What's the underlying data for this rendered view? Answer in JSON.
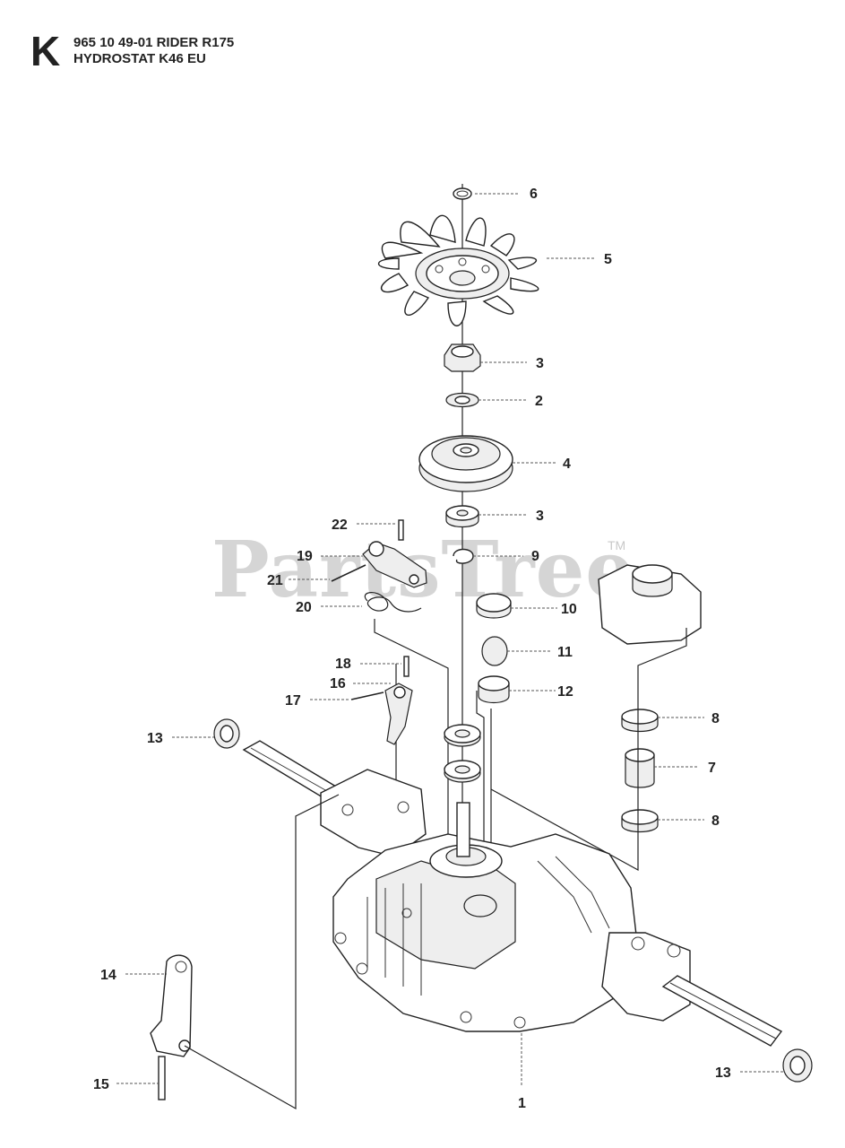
{
  "header": {
    "section_letter": "K",
    "title_line_1": "965 10 49-01 RIDER R175",
    "title_line_2": "HYDROSTAT K46 EU"
  },
  "watermark": {
    "text": "PartsTree",
    "trademark": "TM"
  },
  "callouts": {
    "p6": "6",
    "p5": "5",
    "p3a": "3",
    "p2": "2",
    "p4": "4",
    "p3b": "3",
    "p22": "22",
    "p19": "19",
    "p9": "9",
    "p21": "21",
    "p20": "20",
    "p10": "10",
    "p11": "11",
    "p18": "18",
    "p16": "16",
    "p12": "12",
    "p17": "17",
    "p8a": "8",
    "p13a": "13",
    "p7": "7",
    "p8b": "8",
    "p14": "14",
    "p13b": "13",
    "p15": "15",
    "p1": "1"
  }
}
